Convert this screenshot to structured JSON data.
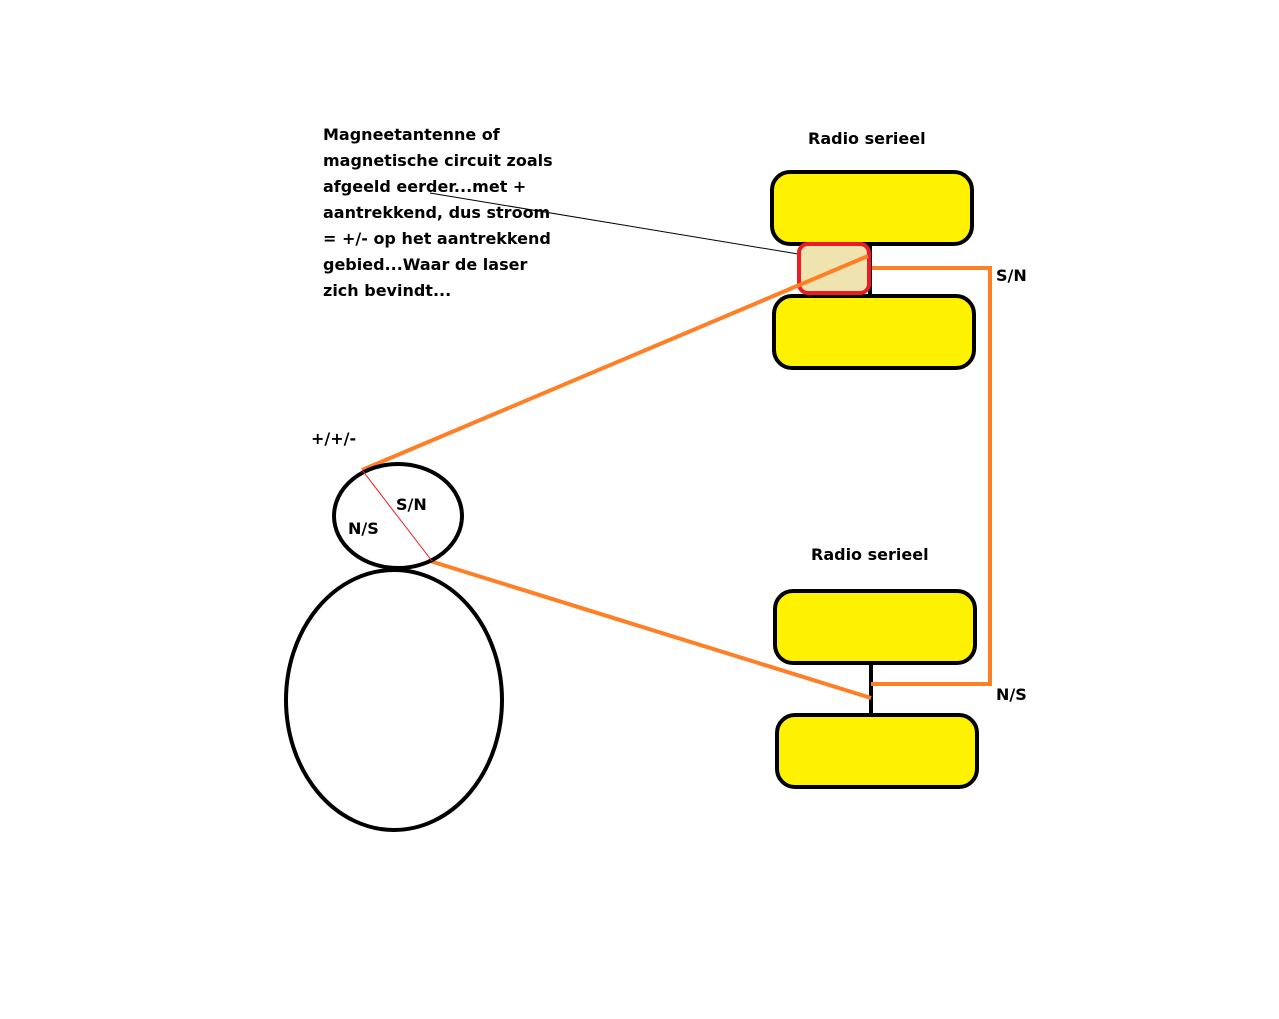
{
  "note": {
    "lines": [
      "Magneetantenne of",
      "magnetische circuit zoals",
      "afgeeld eerder...met +",
      "aantrekkend, dus stroom",
      "= +/- op het aantrekkend",
      "gebied...Waar de laser",
      "zich bevindt..."
    ]
  },
  "top_radio": {
    "label": "Radio serieel",
    "pole": "S/N"
  },
  "bottom_radio": {
    "label": "Radio serieel",
    "pole": "N/S"
  },
  "head": {
    "top_label": "+/+/-",
    "right_pole": "S/N",
    "left_pole": "N/S"
  },
  "colors": {
    "yellow": "#fff200",
    "orange": "#ff7f27",
    "red": "#ed1c24",
    "tan": "#efe4b0"
  }
}
